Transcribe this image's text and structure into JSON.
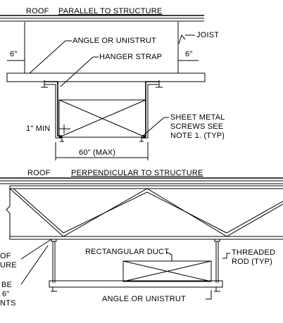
{
  "top_section": {
    "roof": "ROOF",
    "title": "PARALLEL TO STRUCTURE",
    "angle_label": "ANGLE OR UNISTRUT",
    "joist_label": "JOIST",
    "left_dim": "6\"",
    "right_dim": "6\"",
    "hanger_label": "HANGER STRAP",
    "min_label": "1\" MIN",
    "sheet_metal_line1": "SHEET METAL",
    "sheet_metal_line2": "SCREWS SEE",
    "sheet_metal_line3": "NOTE 1. (TYP)",
    "width_dim": "60\" (MAX)"
  },
  "bottom_section": {
    "roof": "ROOF",
    "title": "PERPENDICULAR TO STRUCTURE",
    "duct_label": "RECTANGULAR DUCT",
    "rod_line1": "THREADED",
    "rod_line2": "ROD (TYP)",
    "left_line1": "OF",
    "left_line2": "URE",
    "left_line3": "BE",
    "left_line4": "6\"",
    "left_line5": "NTS",
    "angle_label": "ANGLE OR UNISTRUT"
  }
}
